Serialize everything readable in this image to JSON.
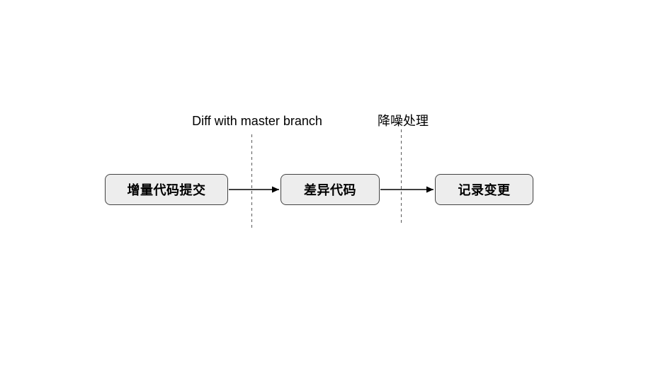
{
  "diagram": {
    "type": "flowchart",
    "nodes": [
      {
        "id": "incremental-code-commit",
        "label": "增量代码提交"
      },
      {
        "id": "diff-code",
        "label": "差异代码"
      },
      {
        "id": "record-changes",
        "label": "记录变更"
      }
    ],
    "edges": [
      {
        "from": "incremental-code-commit",
        "to": "diff-code",
        "annotation": "Diff with master branch"
      },
      {
        "from": "diff-code",
        "to": "record-changes",
        "annotation": "降噪处理"
      }
    ],
    "colors": {
      "background": "#ffffff",
      "node_fill": "#ededed",
      "node_border": "#424242",
      "node_text": "#000000",
      "arrow": "#000000",
      "divider": "#595959",
      "annotation_text": "#000000"
    }
  }
}
